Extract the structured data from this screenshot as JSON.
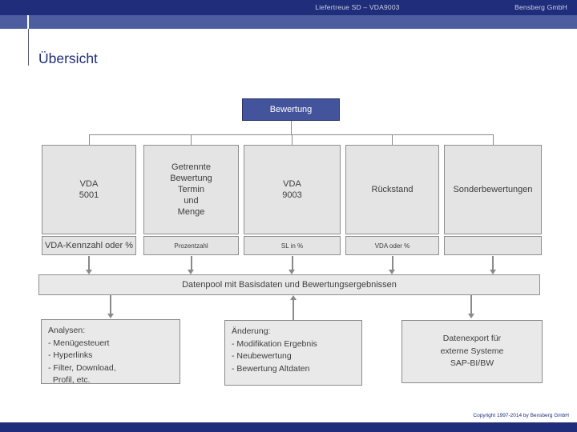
{
  "header": {
    "title": "Liefertreue SD – VDA9003",
    "company": "Bensberg GmbH"
  },
  "page": {
    "title": "Übersicht"
  },
  "diagram": {
    "root_label": "Bewertung",
    "columns": [
      {
        "label": "VDA\n5001",
        "sublabel": "VDA-Kennzahl oder %"
      },
      {
        "label": "Getrennte\nBewertung\nTermin\nund\nMenge",
        "sublabel": "Prozentzahl"
      },
      {
        "label": "VDA\n9003",
        "sublabel": "SL in %"
      },
      {
        "label": "Rückstand",
        "sublabel": "VDA oder %"
      },
      {
        "label": "Sonderbewertungen",
        "sublabel": ""
      }
    ],
    "pool_label": "Datenpool mit Basisdaten und Bewertungsergebnissen",
    "bottom_boxes": [
      {
        "label": "Analysen:\n- Menügesteuert\n- Hyperlinks\n- Filter, Download,\n  Profil, etc."
      },
      {
        "label": "Änderung:\n- Modifikation Ergebnis\n- Neubewertung\n- Bewertung Altdaten"
      },
      {
        "label": "Datenexport für\nexterne Systeme\nSAP-BI/BW"
      }
    ]
  },
  "footer": {
    "copyright": "Copyright 1997-2014 by Bensberg GmbH"
  },
  "colors": {
    "navy": "#1f2d7a",
    "slate": "#4d5da0",
    "node_fill": "#44549c",
    "node_border": "#273266",
    "box_fill": "#e4e4e4",
    "box_border": "#8f8f8f",
    "connector_gray": "#8a8a8a",
    "header_text": "#ccd2e6"
  }
}
